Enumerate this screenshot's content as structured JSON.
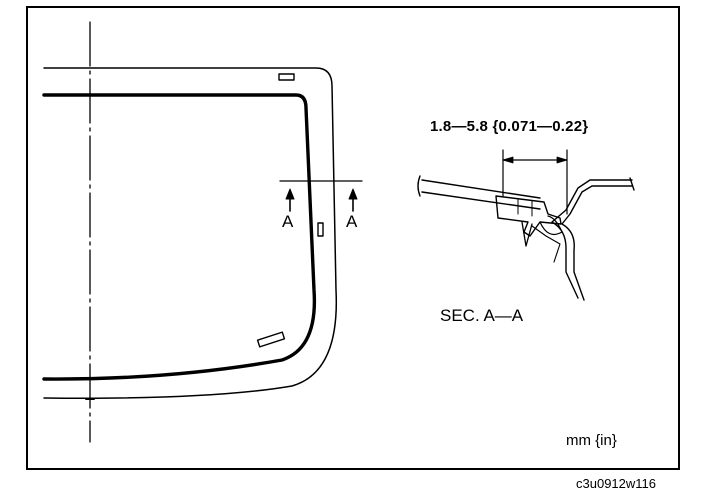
{
  "diagram": {
    "dimension_label": "1.8—5.8 {0.071—0.22}",
    "section_label": "SEC. A—A",
    "section_arrow_label": "A",
    "unit_label": "mm {in}",
    "figure_code": "c3u0912w116"
  }
}
